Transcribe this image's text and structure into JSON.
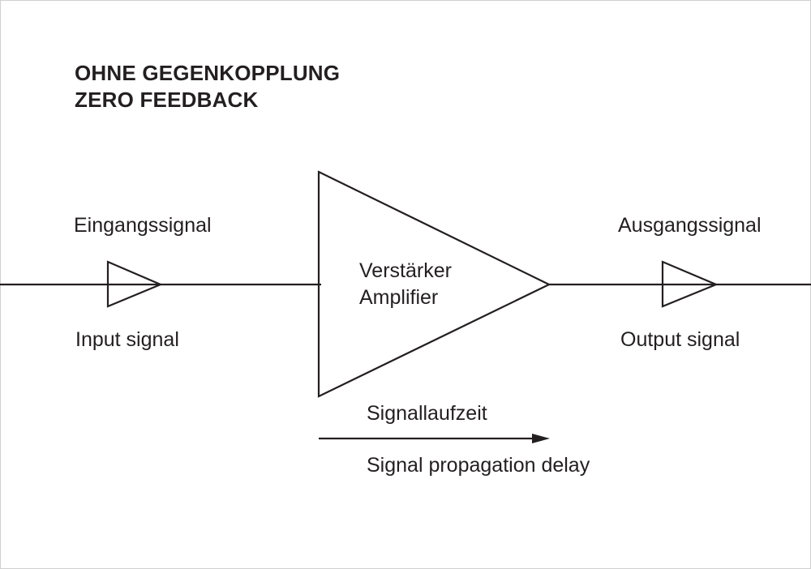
{
  "title": {
    "line1": "OHNE GEGENKOPPLUNG",
    "line2": "ZERO FEEDBACK"
  },
  "input": {
    "label_de": "Eingangssignal",
    "label_en": "Input signal"
  },
  "output": {
    "label_de": "Ausgangssignal",
    "label_en": "Output signal"
  },
  "amplifier": {
    "label_de": "Verstärker",
    "label_en": "Amplifier"
  },
  "delay": {
    "label_de": "Signallaufzeit",
    "label_en": "Signal propagation delay"
  },
  "colors": {
    "stroke": "#231f20",
    "background": "#ffffff"
  }
}
